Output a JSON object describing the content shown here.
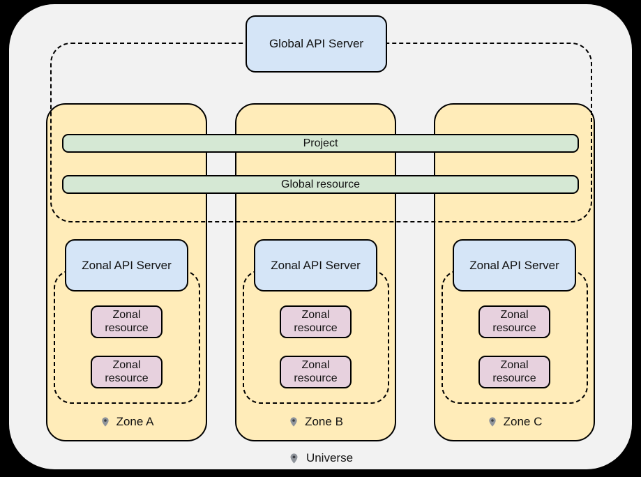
{
  "global_api_server": {
    "label": "Global API Server"
  },
  "shared_bars": {
    "project": "Project",
    "global_resource": "Global resource"
  },
  "zones": [
    {
      "name": "Zone A",
      "api_server_label": "Zonal API Server",
      "resources": [
        "Zonal resource",
        "Zonal resource"
      ]
    },
    {
      "name": "Zone B",
      "api_server_label": "Zonal API Server",
      "resources": [
        "Zonal resource",
        "Zonal resource"
      ]
    },
    {
      "name": "Zone C",
      "api_server_label": "Zonal API Server",
      "resources": [
        "Zonal resource",
        "Zonal resource"
      ]
    }
  ],
  "universe": {
    "label": "Universe"
  },
  "icons": {
    "zone_marker": "location-pin-icon",
    "universe_marker": "location-pin-icon"
  },
  "colors": {
    "background": "#000000",
    "universe_fill": "#f2f2f2",
    "zone_fill": "#ffecb9",
    "api_server_fill": "#d5e5f7",
    "shared_bar_fill": "#d5e8d4",
    "zonal_resource_fill": "#e7d1de",
    "pin_gray": "#8f949b",
    "pin_dot": "#3a3d42",
    "outline": "#000000"
  }
}
